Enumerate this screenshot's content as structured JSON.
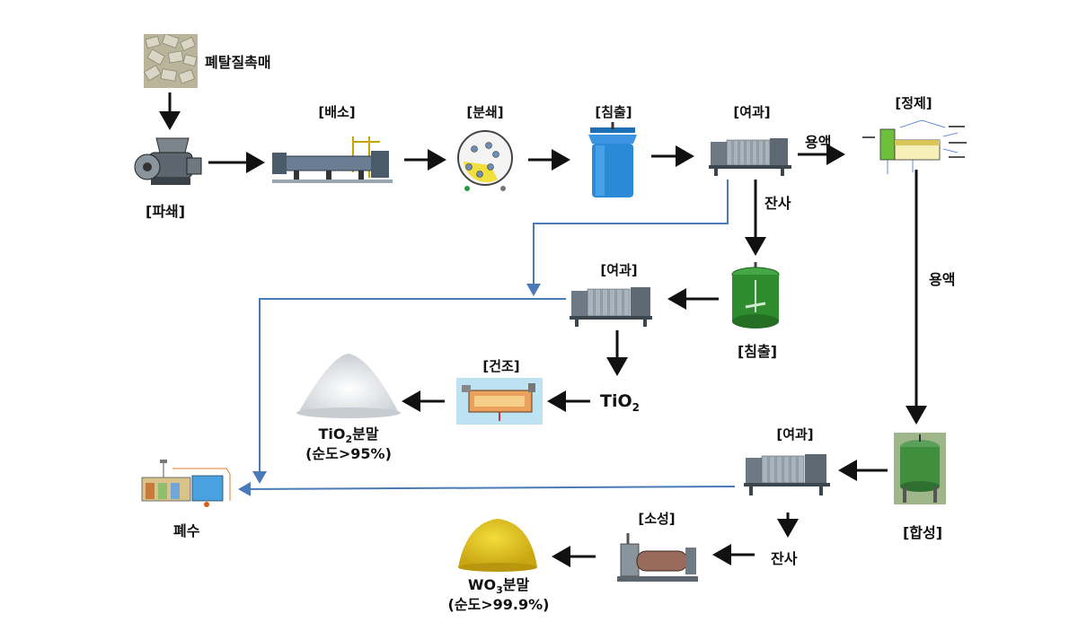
{
  "labels": {
    "catalyst": "폐탈질촉매",
    "crush": "[파쇄]",
    "roast": "[배소]",
    "grind": "[분쇄]",
    "leach1": "[침출]",
    "filter1": "[여과]",
    "solution1": "용액",
    "purify": "[정제]",
    "residue1": "잔사",
    "solution2": "용액",
    "filter2": "[여과]",
    "leach2": "[침출]",
    "dry": "[건조]",
    "tio2_main": "TiO",
    "tio2_sub": "2",
    "tio2_powder_main": "TiO",
    "tio2_powder_sub": "2",
    "tio2_powder_tail": "분말",
    "tio2_purity": "(순도>95%)",
    "waste": "폐수",
    "filter3": "[여과]",
    "synth": "[합성]",
    "calcine": "[소성]",
    "residue2": "잔사",
    "wo3_main": "WO",
    "wo3_sub": "3",
    "wo3_tail": "분말",
    "wo3_purity": "(순도>99.9%)"
  },
  "colors": {
    "arrow": "#111111",
    "waste_line": "#4a7ab8",
    "machine": "#6d7a86",
    "tank_blue": "#2a8ad8",
    "tank_green": "#2e8b2e",
    "wo3": "#e0c21a",
    "tio2": "#f2f2f2"
  }
}
